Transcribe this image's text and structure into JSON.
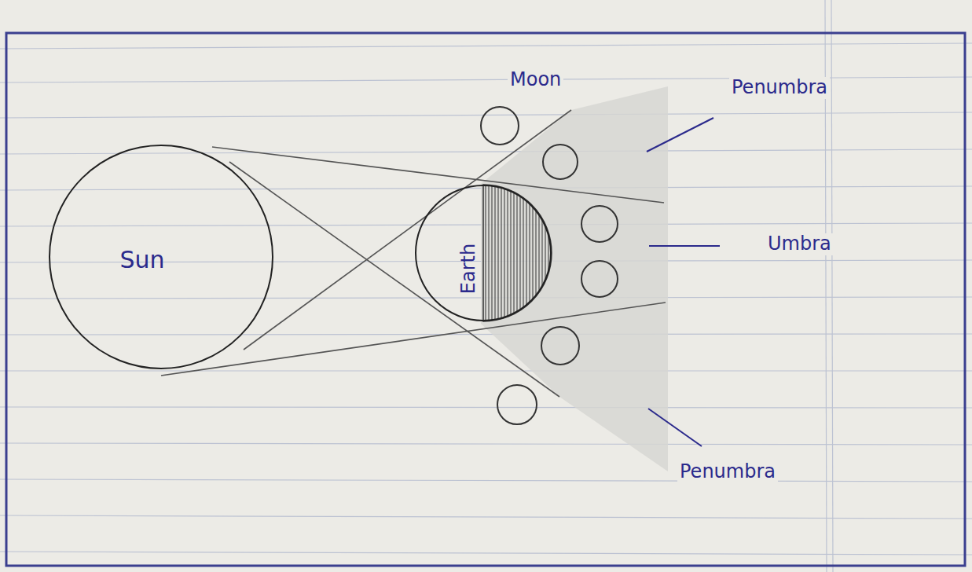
{
  "diagram": {
    "nodes": [
      {
        "text": [
          "Sun"
        ]
      },
      {
        "text": [
          "Earth"
        ]
      }
    ],
    "labels": [
      "Moon",
      "Penumbra",
      "Umbra",
      "Penumbra"
    ]
  }
}
